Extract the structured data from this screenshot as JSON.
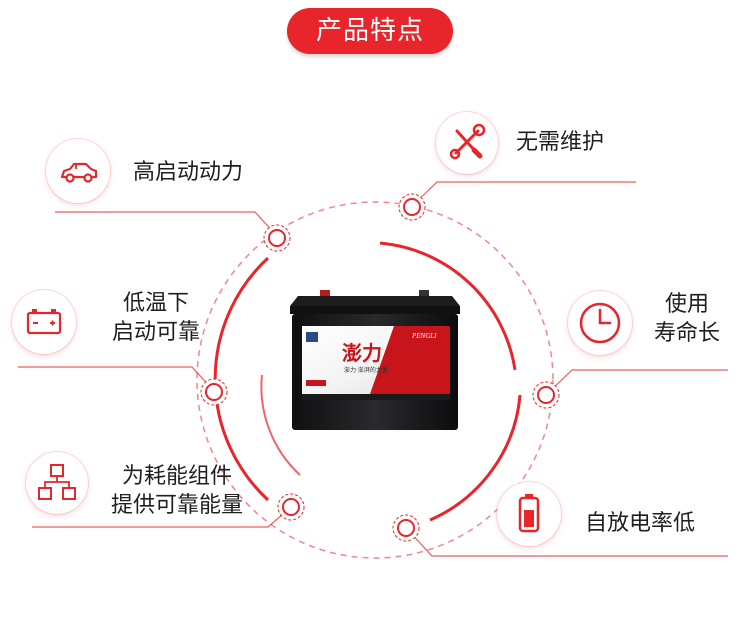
{
  "title": "产品特点",
  "colors": {
    "accent": "#e8252b",
    "text": "#1f1f1f",
    "battery_case": "#1a1a1c",
    "label_red": "#c8151b"
  },
  "features": [
    {
      "icon": "car-icon",
      "label_lines": [
        "高启动动力"
      ]
    },
    {
      "icon": "wrench-screwdriver-icon",
      "label_lines": [
        "无需维护"
      ]
    },
    {
      "icon": "battery-icon",
      "label_lines": [
        "低温下",
        "启动可靠"
      ]
    },
    {
      "icon": "clock-icon",
      "label_lines": [
        "使用",
        "寿命长"
      ]
    },
    {
      "icon": "components-icon",
      "label_lines": [
        "为耗能组件",
        "提供可靠能量"
      ]
    },
    {
      "icon": "battery-cell-icon",
      "label_lines": [
        "自放电率低"
      ]
    }
  ],
  "battery": {
    "brand": "澎力",
    "brand_en": "PENGLI",
    "slogan": "澎力·澎湃的力量"
  }
}
